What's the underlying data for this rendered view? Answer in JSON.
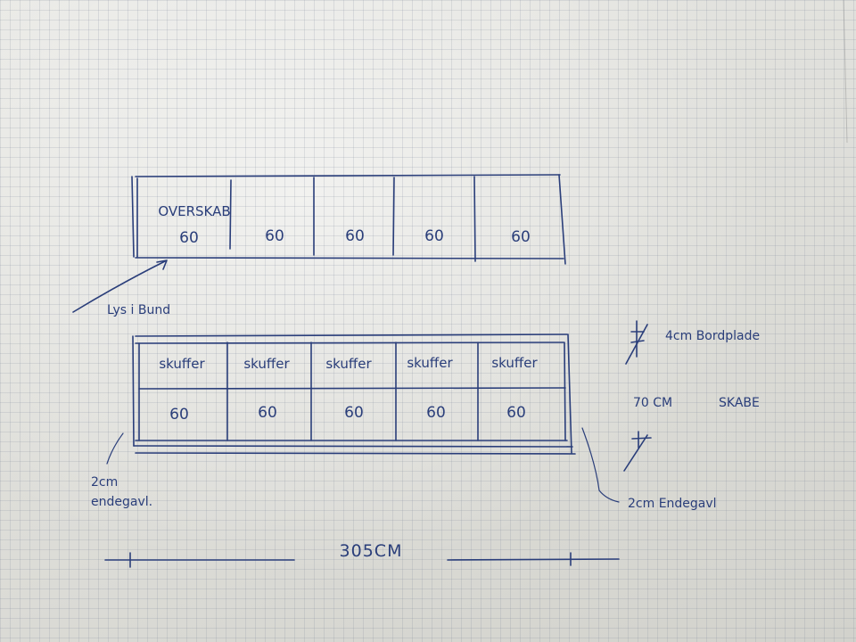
{
  "upper_cabinets": {
    "first_label": "OVERSKAB",
    "widths": [
      "60",
      "60",
      "60",
      "60",
      "60"
    ]
  },
  "upper_note": "Lys i Bund",
  "lower_cabinets": {
    "drawer_labels": [
      "skuffer",
      "skuffer",
      "skuffer",
      "skuffer",
      "skuffer"
    ],
    "widths": [
      "60",
      "60",
      "60",
      "60",
      "60"
    ]
  },
  "left_end_note": [
    "2cm",
    "endegavl."
  ],
  "right_end_note": "2cm Endegavl",
  "countertop_note": "4cm Bordplade",
  "cabinet_height_note": "70 CM",
  "cabinet_height_word": "SKABE",
  "total_width": "305CM"
}
